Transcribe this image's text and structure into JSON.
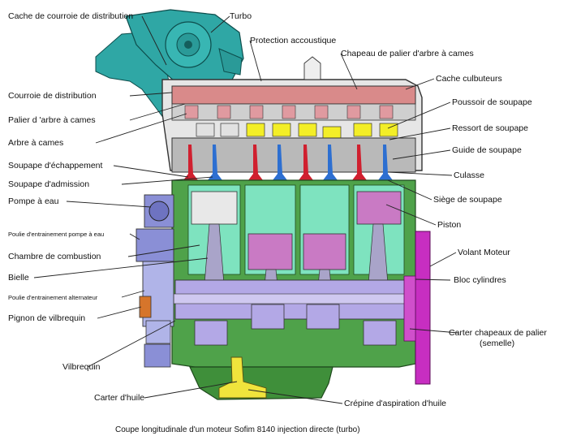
{
  "diagram": {
    "caption": "Coupe longitudinale d'un moteur Sofim 8140 injection directe (turbo)",
    "labels_left": [
      "Cache de courroie de distribution",
      "Courroie de distribution",
      "Palier d 'arbre à cames",
      "Arbre à cames",
      "Soupape d'échappement",
      "Soupape d'admission",
      "Pompe à eau",
      "Poulie d'entrainement pompe à eau",
      "Chambre de combustion",
      "Bielle",
      "Poulie d'entrainement alternateur",
      "Pignon de vilbrequin",
      "Vilbrequin",
      "Carter d'huile"
    ],
    "labels_right": [
      "Turbo",
      "Protection accoustique",
      "Chapeau de palier d'arbre à cames",
      "Cache culbuteurs",
      "Poussoir de soupape",
      "Ressort de soupape",
      "Guide de soupape",
      "Culasse",
      "Siège de soupape",
      "Piston",
      "Volant Moteur",
      "Bloc cylindres",
      "Carter chapeaux de palier",
      "(semelle)",
      "Crépine d'aspiration d'huile"
    ],
    "colors": {
      "turbo": "#2fa7a5",
      "head": "#c8c8c8",
      "block": "#4fa24a",
      "cylinder": "#7ee3bf",
      "piston": "#c97ac4",
      "crank": "#b3a8e6",
      "pushrod": "#f3ee27",
      "valve": "#d0202f",
      "flywheel": "#c72ec1",
      "sump": "#3f8f3a",
      "strainer": "#f0e43c",
      "camcover": "#d98a8a"
    }
  }
}
